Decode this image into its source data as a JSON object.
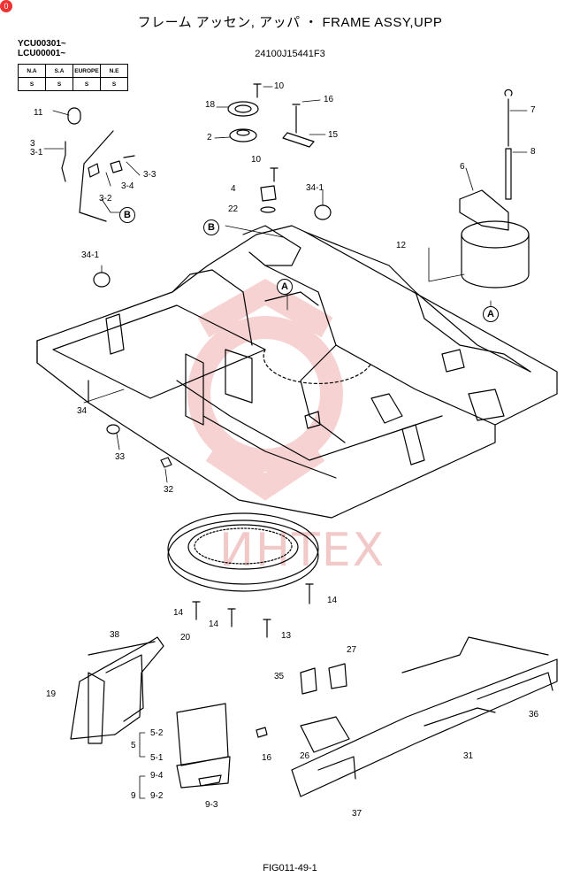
{
  "title": "フレーム アッセン, アッパ ・ FRAME ASSY,UPP",
  "serials": [
    "YCU00301~",
    "LCU00001~"
  ],
  "part_number": "24100J15441F3",
  "spec_table": {
    "headers": [
      "N.A",
      "S.A",
      "EUROPE",
      "N.E"
    ],
    "values": [
      "S",
      "S",
      "S",
      "S"
    ]
  },
  "figure_ref": "FIG011-49-1",
  "watermark": "ИНТЕХ",
  "corner_badge": "0",
  "colors": {
    "line": "#000000",
    "watermark": "#f0b0b0"
  },
  "callouts": {
    "c10a": "10",
    "c18": "18",
    "c16a": "16",
    "c7": "7",
    "c11": "11",
    "c2": "2",
    "c15": "15",
    "c3": "3",
    "c3_1": "3-1",
    "c10b": "10",
    "c8": "8",
    "c3_3": "3-3",
    "c3_4": "3-4",
    "c4": "4",
    "c34_1a": "34-1",
    "c6": "6",
    "c3_2": "3-2",
    "c22": "22",
    "c12": "12",
    "c34_1b": "34-1",
    "c34": "34",
    "c33": "33",
    "c32": "32",
    "c14a": "14",
    "c14b": "14",
    "c14c": "14",
    "c13": "13",
    "c38": "38",
    "c20": "20",
    "c27": "27",
    "c19": "19",
    "c35": "35",
    "c36": "36",
    "c5_2": "5-2",
    "c5": "5",
    "c5_1": "5-1",
    "c16b": "16",
    "c26": "26",
    "c31": "31",
    "c9_4": "9-4",
    "c9": "9",
    "c9_2": "9-2",
    "c9_3": "9-3",
    "c37": "37"
  },
  "badges": {
    "b1": "B",
    "b2": "B",
    "a1": "A",
    "a2": "A",
    "a3": "A"
  }
}
